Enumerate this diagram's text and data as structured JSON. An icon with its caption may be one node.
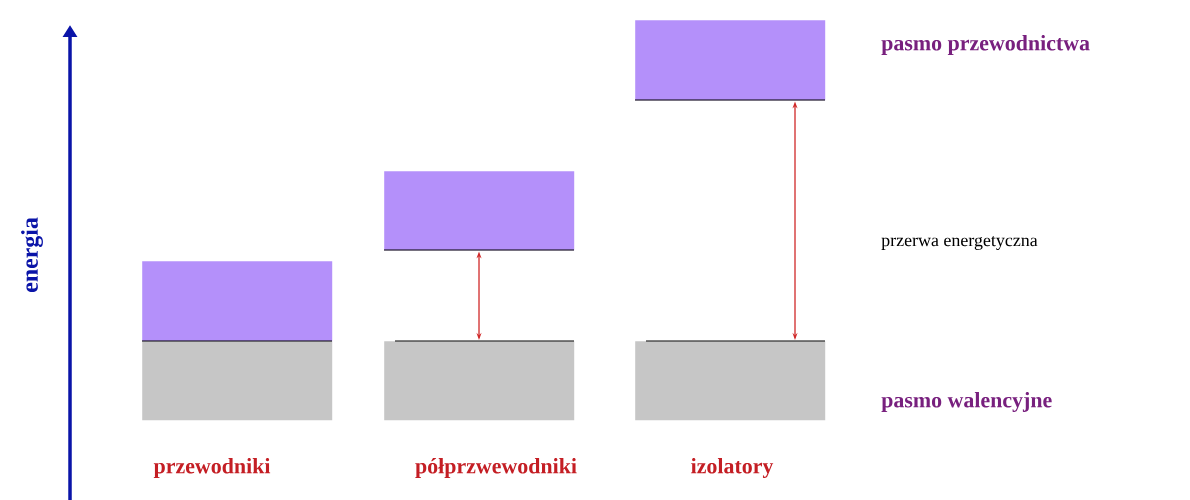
{
  "diagram": {
    "nodes": [
      {
        "text": [],
        "shape": "box"
      },
      {
        "text": [],
        "shape": "box"
      },
      {
        "text": [],
        "shape": "box"
      },
      {
        "text": [],
        "shape": "box"
      },
      {
        "text": [],
        "shape": "box"
      },
      {
        "text": [],
        "shape": "box"
      }
    ],
    "edges": [
      {
        "from": 2,
        "to": 3,
        "arrow": "both",
        "color": "#d02828"
      },
      {
        "from": 4,
        "to": 5,
        "arrow": "both",
        "color": "#d02828"
      }
    ],
    "labels": [
      "energia",
      "pasmo przewodnictwa",
      "przerwa energetyczna",
      "pasmo walencyjne",
      "przewodniki",
      "półprzwewodniki",
      "izolatory"
    ]
  }
}
